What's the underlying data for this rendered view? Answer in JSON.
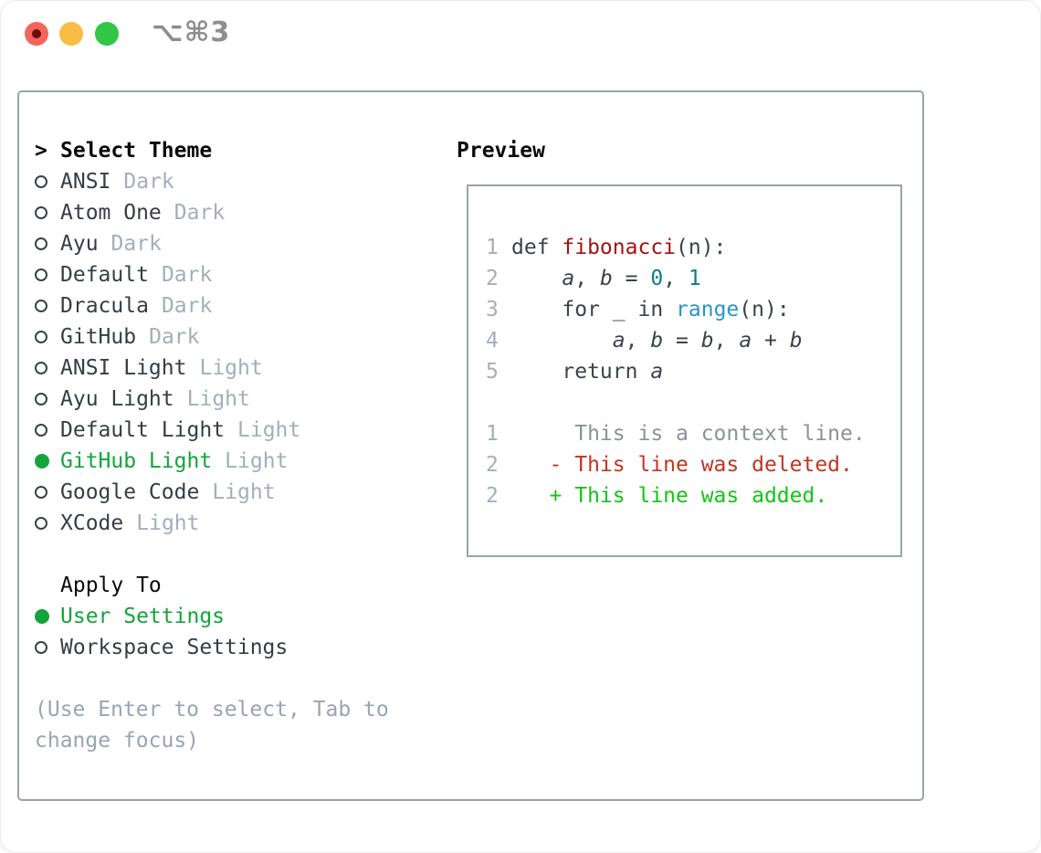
{
  "window": {
    "title": "⌥⌘3"
  },
  "traffic_lights": {
    "close_color": "#f2655a",
    "close_dot_color": "#6e0d06",
    "minimize_color": "#f7bd45",
    "zoom_color": "#31c645"
  },
  "theme_panel": {
    "header_prefix": ">",
    "header": "Select Theme",
    "items": [
      {
        "name": "ANSI",
        "variant": "Dark",
        "selected": false
      },
      {
        "name": "Atom One",
        "variant": "Dark",
        "selected": false
      },
      {
        "name": "Ayu",
        "variant": "Dark",
        "selected": false
      },
      {
        "name": "Default",
        "variant": "Dark",
        "selected": false
      },
      {
        "name": "Dracula",
        "variant": "Dark",
        "selected": false
      },
      {
        "name": "GitHub",
        "variant": "Dark",
        "selected": false
      },
      {
        "name": "ANSI Light",
        "variant": "Light",
        "selected": false
      },
      {
        "name": "Ayu Light",
        "variant": "Light",
        "selected": false
      },
      {
        "name": "Default Light",
        "variant": "Light",
        "selected": false
      },
      {
        "name": "GitHub Light",
        "variant": "Light",
        "selected": true
      },
      {
        "name": "Google Code",
        "variant": "Light",
        "selected": false
      },
      {
        "name": "XCode",
        "variant": "Light",
        "selected": false
      }
    ]
  },
  "apply_to": {
    "header": "Apply To",
    "options": [
      {
        "label": "User Settings",
        "selected": true
      },
      {
        "label": "Workspace Settings",
        "selected": false
      }
    ]
  },
  "help_text": "(Use Enter to select, Tab to change focus)",
  "preview": {
    "header": "Preview",
    "code_lines": [
      {
        "num": "1",
        "tokens": [
          [
            "keyword",
            "def "
          ],
          [
            "function",
            "fibonacci"
          ],
          [
            "plain",
            "(n):"
          ]
        ]
      },
      {
        "num": "2",
        "tokens": [
          [
            "plain",
            "    "
          ],
          [
            "variable",
            "a"
          ],
          [
            "plain",
            ", "
          ],
          [
            "variable",
            "b"
          ],
          [
            "plain",
            " = "
          ],
          [
            "number",
            "0"
          ],
          [
            "plain",
            ", "
          ],
          [
            "number",
            "1"
          ]
        ]
      },
      {
        "num": "3",
        "tokens": [
          [
            "plain",
            "    "
          ],
          [
            "keyword",
            "for "
          ],
          [
            "plain",
            "_ "
          ],
          [
            "keyword",
            "in "
          ],
          [
            "builtin",
            "range"
          ],
          [
            "plain",
            "(n):"
          ]
        ]
      },
      {
        "num": "4",
        "tokens": [
          [
            "plain",
            "        "
          ],
          [
            "variable",
            "a"
          ],
          [
            "plain",
            ", "
          ],
          [
            "variable",
            "b"
          ],
          [
            "plain",
            " = "
          ],
          [
            "variable",
            "b"
          ],
          [
            "plain",
            ", "
          ],
          [
            "variable",
            "a"
          ],
          [
            "plain",
            " + "
          ],
          [
            "variable",
            "b"
          ]
        ]
      },
      {
        "num": "5",
        "tokens": [
          [
            "plain",
            "    "
          ],
          [
            "keyword",
            "return "
          ],
          [
            "variable",
            "a"
          ]
        ]
      }
    ],
    "diff_lines": [
      {
        "num": "1",
        "kind": "context",
        "text": "     This is a context line."
      },
      {
        "num": "2",
        "kind": "deleted",
        "text": "   - This line was deleted."
      },
      {
        "num": "2",
        "kind": "added",
        "text": "   + This line was added."
      }
    ]
  },
  "colors": {
    "selected_green": "#13a53a",
    "border_gray": "#9aa3ae",
    "muted_text": "#a4aebb",
    "help_text": "#9aa4b2",
    "code_plain": "#3b424d",
    "code_function_red": "#a81111",
    "code_number_teal": "#0e7e87",
    "code_builtin_blue": "#2b92cc",
    "diff_context_gray": "#8b929b",
    "diff_deleted_red": "#c23421",
    "diff_added_green": "#12c612"
  }
}
